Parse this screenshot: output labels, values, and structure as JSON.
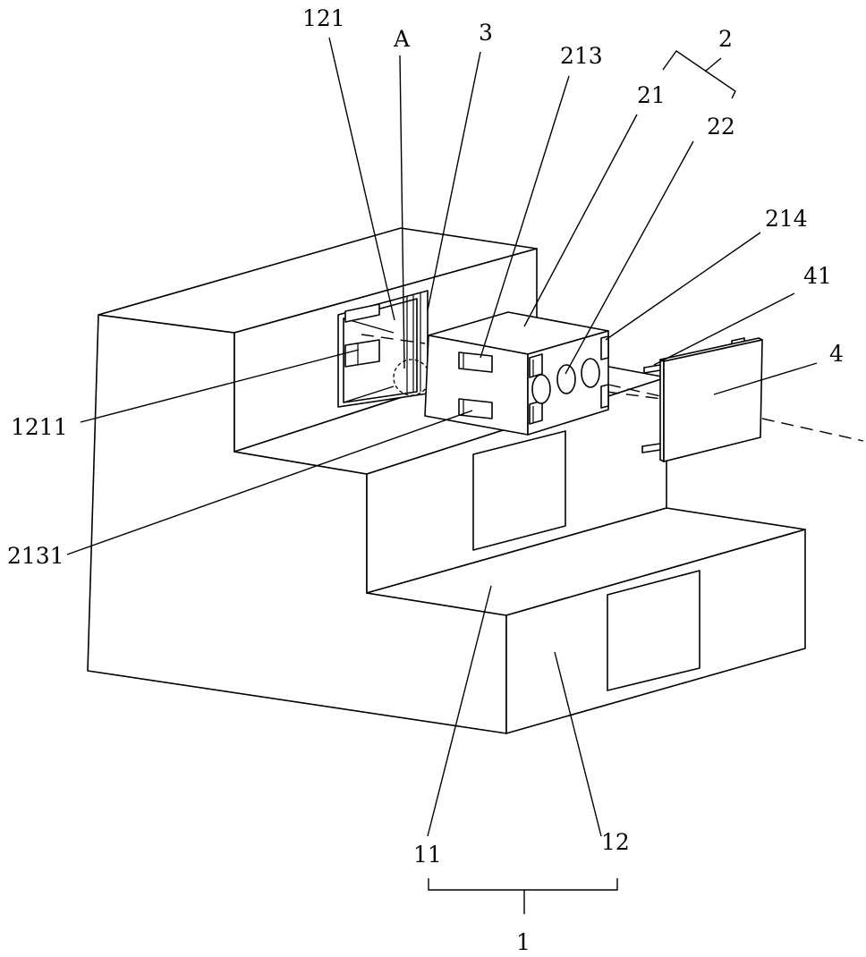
{
  "labels": {
    "l121": "121",
    "lA": "A",
    "l3": "3",
    "l213": "213",
    "l2": "2",
    "l21": "21",
    "l22": "22",
    "l214": "214",
    "l41": "41",
    "l4": "4",
    "l1211": "1211",
    "l2131": "2131",
    "l11": "11",
    "l12": "12",
    "l1": "1"
  }
}
